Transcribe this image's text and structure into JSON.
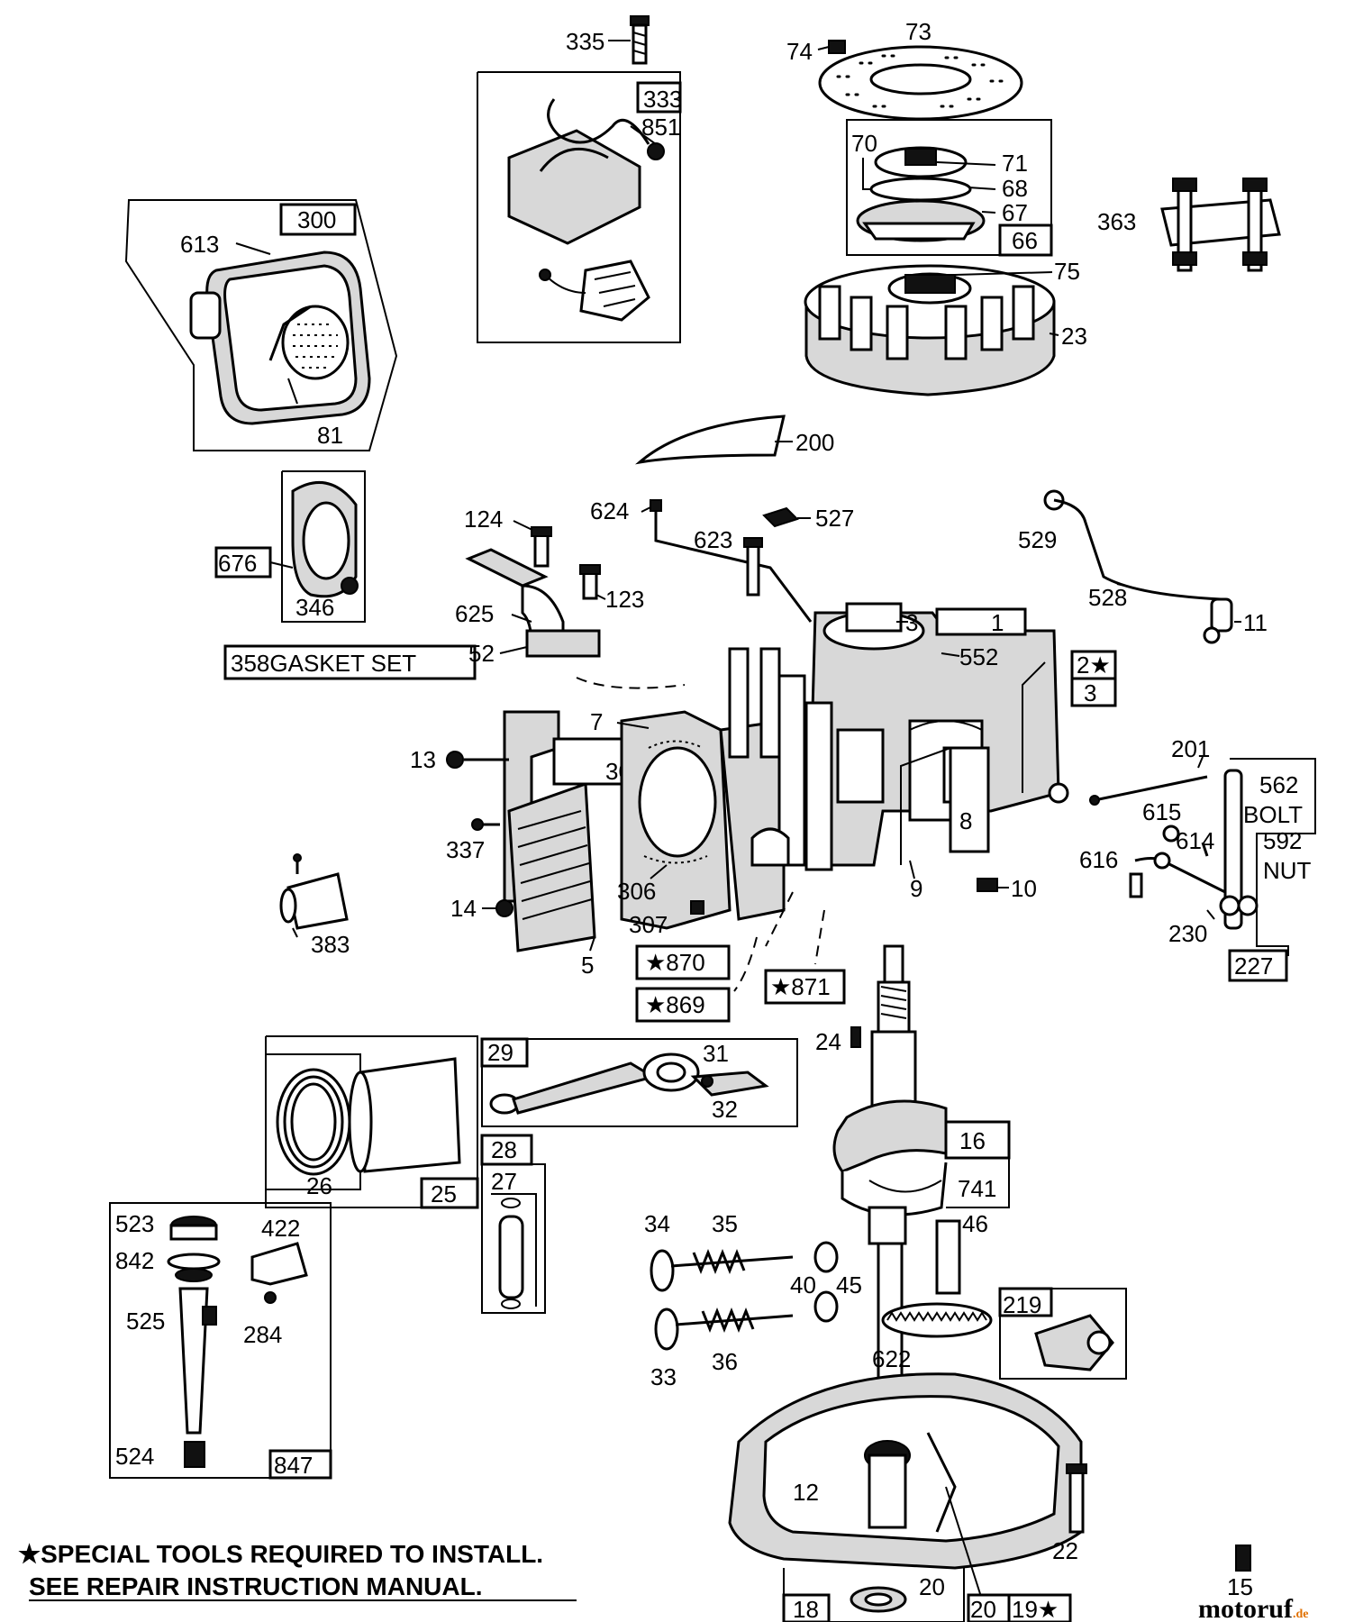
{
  "diagram": {
    "labels": {
      "l335": "335",
      "l73": "73",
      "l74": "74",
      "l333": "333",
      "l851": "851",
      "l70": "70",
      "l71": "71",
      "l68": "68",
      "l67": "67",
      "l66": "66",
      "l363": "363",
      "l75": "75",
      "l23": "23",
      "l300": "300",
      "l613": "613",
      "l81": "81",
      "l200": "200",
      "l124": "124",
      "l624": "624",
      "l527": "527",
      "l623": "623",
      "l529": "529",
      "l528": "528",
      "l11": "11",
      "l676": "676",
      "l346": "346",
      "l123": "123",
      "l625": "625",
      "l52": "52",
      "l358": "358GASKET SET",
      "l1": "1",
      "l3a": "3",
      "l552": "552",
      "l2": "2★",
      "l3b": "3",
      "l7": "7",
      "l13": "13",
      "l308": "308",
      "l8": "8",
      "l337": "337",
      "l201": "201",
      "l562": "562",
      "lbolt": "BOLT",
      "l592": "592",
      "lnut": "NUT",
      "l615": "615",
      "l614": "614",
      "l616": "616",
      "l230": "230",
      "l227": "227",
      "l9": "9",
      "l10": "10",
      "l306": "306",
      "l307": "307",
      "l14": "14",
      "l383": "383",
      "l5": "5",
      "l870": "★870",
      "l869": "★869",
      "l871": "★871",
      "l24": "24",
      "l29": "29",
      "l31": "31",
      "l32": "32",
      "l26": "26",
      "l25": "25",
      "l28": "28",
      "l27": "27",
      "l16": "16",
      "l741": "741",
      "l523": "523",
      "l422": "422",
      "l842": "842",
      "l525": "525",
      "l284": "284",
      "l524": "524",
      "l847": "847",
      "l34": "34",
      "l35": "35",
      "l46": "46",
      "l40": "40",
      "l45": "45",
      "l219": "219",
      "l33": "33",
      "l36": "36",
      "l622": "622",
      "l12": "12",
      "l22": "22",
      "l18": "18",
      "l20a": "20",
      "l20b": "20",
      "l19": "19★",
      "l15": "15"
    },
    "note_line1": "★SPECIAL TOOLS REQUIRED TO INSTALL.",
    "note_line2": "SEE REPAIR INSTRUCTION MANUAL.",
    "watermark_logo": "motoruf",
    "watermark_suffix": ".de",
    "colors": {
      "ink": "#000000",
      "paper": "#ffffff",
      "logo_accent": "#e07000"
    }
  }
}
